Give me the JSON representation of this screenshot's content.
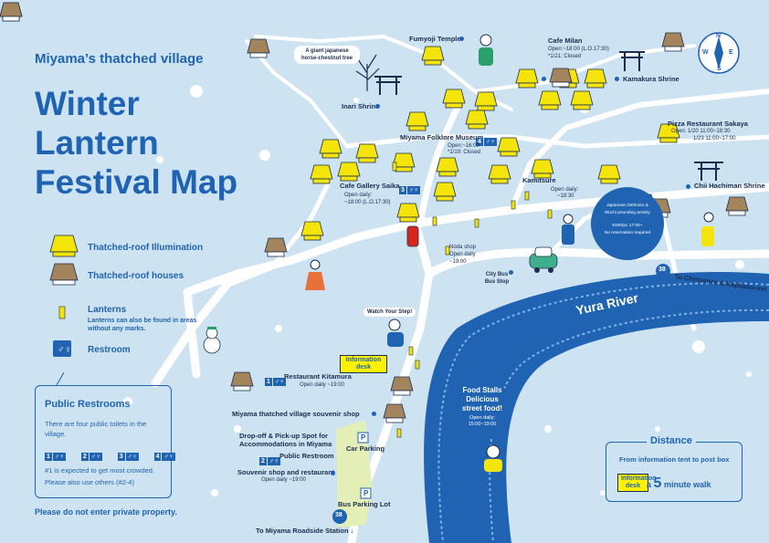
{
  "header": {
    "subtitle": "Miyama’s thatched village",
    "title": "Winter Lantern Festival Map"
  },
  "legend": {
    "illumination": "Thatched-roof Illumination",
    "houses": "Thatched-roof houses",
    "lanterns": "Lanterns",
    "lanterns_note": "Lanterns can also be found in areas without any marks.",
    "restroom": "Restroom"
  },
  "places": {
    "fumyoji": "Fumyoji Temple",
    "horse_chestnut": "A giant japanese horse-chestnut tree",
    "inari": "Inari Shrine",
    "cafe_milan": "Cafe Milan",
    "cafe_milan_hours": "Open:~18:00 (L.O.17:30)",
    "cafe_milan_closed": "*1/21: Closed",
    "kamakura": "Kamakura Shrine",
    "pizza": "Pizza Restaurant Sakaya",
    "pizza_hours1": "Open: 1/20 11:00~18:30",
    "pizza_hours2": "1/23 11:00~17:00",
    "folklore": "Miyama Folklore Museum",
    "folklore_hours": "Open:~16:00",
    "folklore_closed": "*1/19: Closed",
    "folklore_rr": "4",
    "cafe_gallery": "Cafe Gallery Saika",
    "cafe_gallery_rr": "3",
    "cafe_gallery_hours1": "Open daily:",
    "cafe_gallery_hours2": "~18:00 (L.O.17:30)",
    "kamitsure": "Kamitsure",
    "kamitsure_hours1": "Open daily:",
    "kamitsure_hours2": "~18:30",
    "chii": "Chii Hachiman Shrine",
    "noda": "Noda shop",
    "noda_hours1": "Open daily",
    "noda_hours2": "~19:00",
    "city_bus": "City Bus Bus Stop",
    "route": "38",
    "to_chinsenro": "To Chinsenro & Kajikaso-inn →",
    "yura": "Yura River",
    "watch_step": "Watch Your Step!",
    "info_desk": "Information desk",
    "kitamura": "Restaurant Kitamura",
    "kitamura_rr": "1",
    "kitamura_hours": "Open daily ~19:00",
    "souvenir": "Miyama thatched village souvenir shop",
    "dropoff1": "Drop-off & Pick-up Spot for",
    "dropoff2": "Accommodations in Miyama",
    "public_rr": "Public Restroom",
    "public_rr_num": "2",
    "car_parking": "Car Parking",
    "souvenir2": "Souvenir shop and restaurant",
    "souvenir2_hours": "Open daily ~19:00",
    "bus_parking": "Bus Parking Lot",
    "to_roadside": "To Miyama Roadside Station ↓",
    "parking_p": "P",
    "food_title1": "Food Stalls",
    "food_title2": "Delicious",
    "food_title3": "street food!",
    "food_hours1": "Open daily:",
    "food_hours2": "15:00~19:00",
    "oshiruko1": "Japanese Oshiruko &",
    "oshiruko2": "Mochi pounding activity",
    "oshiruko3": "¥300/pc 17:00~",
    "oshiruko4": "No reservation required"
  },
  "restrooms_box": {
    "title": "Public Restrooms",
    "text": "There are four public toilets in the village.",
    "nums": [
      "1",
      "2",
      "3",
      "4"
    ],
    "note1": "#1 is expected to get most crowded.",
    "note2": "Please also use others (#2-4)"
  },
  "notice": "Please do not enter private property.",
  "distance_box": {
    "title": "Distance",
    "from": "From information tent to post box",
    "desk": "Information desk",
    "prefix": "a",
    "number": "5",
    "suffix": "minute walk"
  },
  "compass": {
    "n": "N",
    "s": "S",
    "e": "E",
    "w": "W"
  },
  "colors": {
    "background": "#cde3f2",
    "accent": "#1f63b2",
    "river": "#1f63b2",
    "illumination": "#f4e40a",
    "thatch": "#a3845d"
  }
}
